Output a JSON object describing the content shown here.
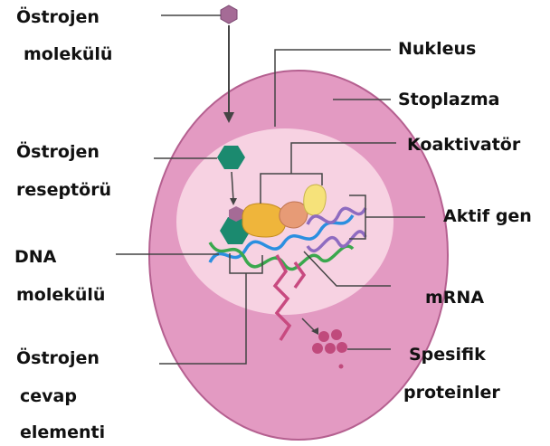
{
  "labels": {
    "ostrojen_molekulu": [
      "Östrojen",
      "molekülü"
    ],
    "nukleus": "Nukleus",
    "stoplazma": "Stoplazma",
    "ostrojen_reseptoru": [
      "Östrojen",
      "reseptörü"
    ],
    "koaktivator": "Koaktivatör",
    "aktif_gen": "Aktif gen",
    "dna_molekulu": [
      "DNA",
      "molekülü"
    ],
    "mrna": "mRNA",
    "ostrojen_cevap_elementi": [
      "Östrojen",
      "cevap",
      "elementi"
    ],
    "spesifik_proteinler": [
      "Spesifik",
      "proteinler"
    ]
  },
  "colors": {
    "cell_outer": "#e39ac2",
    "cell_outer_stroke": "#b56090",
    "nucleus": "#f7d2e2",
    "hormone": "#a56b96",
    "receptor": "#1b8a6f",
    "coactivator_orange": "#efb53b",
    "coactivator_salmon": "#e79b76",
    "coactivator_yellow": "#f6e27a",
    "dna_blue": "#2b8fe0",
    "dna_green": "#3aa84d",
    "dna_purple": "#8e6bc0",
    "mrna": "#c84a80",
    "protein": "#c04a7c"
  }
}
